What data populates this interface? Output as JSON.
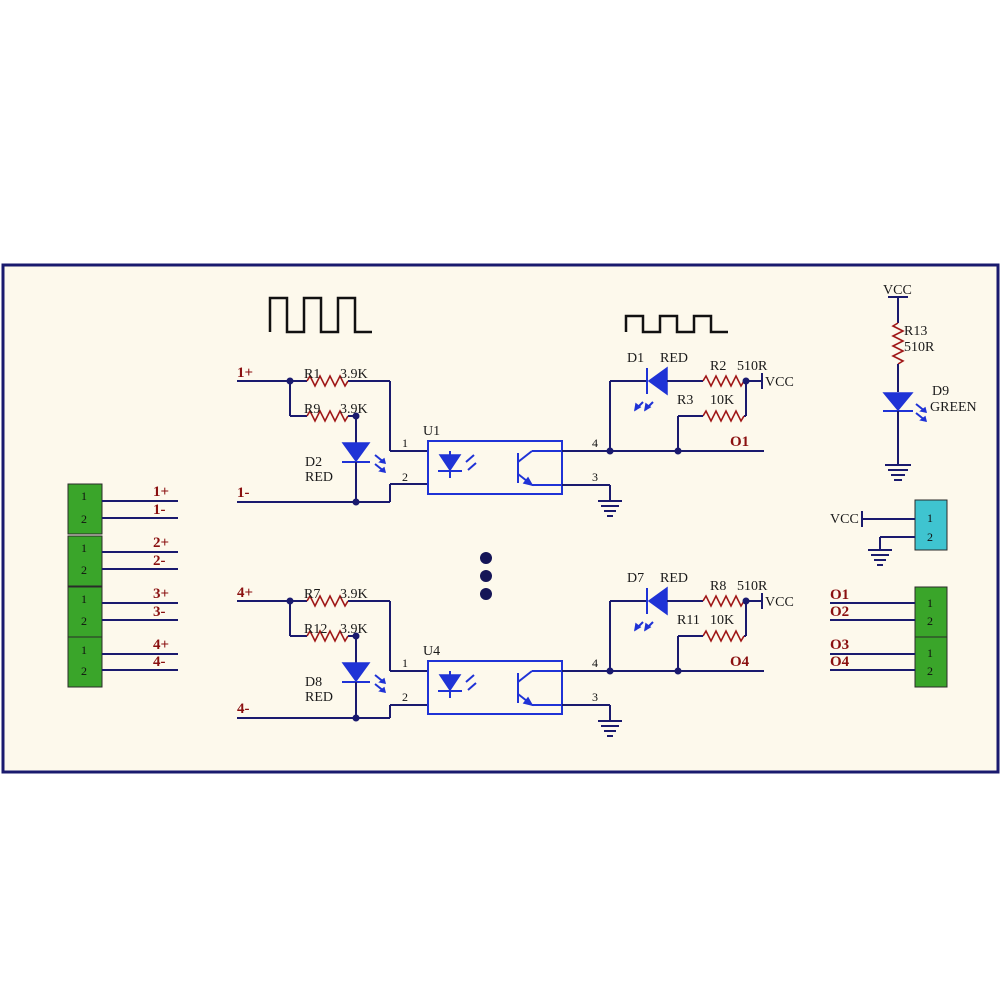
{
  "channels": [
    {
      "in_plus": "1+",
      "in_minus": "1-",
      "r_a": "R1",
      "r_a_val": "3.9K",
      "r_b": "R9",
      "r_b_val": "3.9K",
      "led_in": "D2",
      "led_in_color": "RED",
      "opto": "U1",
      "pin1": "1",
      "pin2": "2",
      "pin3": "3",
      "pin4": "4",
      "led_out": "D1",
      "led_out_color": "RED",
      "r_led": "R2",
      "r_led_val": "510R",
      "r_pull": "R3",
      "r_pull_val": "10K",
      "vcc": "VCC",
      "out": "O1"
    },
    {
      "in_plus": "4+",
      "in_minus": "4-",
      "r_a": "R7",
      "r_a_val": "3.9K",
      "r_b": "R12",
      "r_b_val": "3.9K",
      "led_in": "D8",
      "led_in_color": "RED",
      "opto": "U4",
      "pin1": "1",
      "pin2": "2",
      "pin3": "3",
      "pin4": "4",
      "led_out": "D7",
      "led_out_color": "RED",
      "r_led": "R8",
      "r_led_val": "510R",
      "r_pull": "R11",
      "r_pull_val": "10K",
      "vcc": "VCC",
      "out": "O4"
    }
  ],
  "power_indicator": {
    "vcc": "VCC",
    "resistor": "R13",
    "resistor_val": "510R",
    "led": "D9",
    "led_color": "GREEN"
  },
  "input_connectors": [
    {
      "pins": [
        "1",
        "2"
      ],
      "nets": [
        "1+",
        "1-"
      ]
    },
    {
      "pins": [
        "1",
        "2"
      ],
      "nets": [
        "2+",
        "2-"
      ]
    },
    {
      "pins": [
        "1",
        "2"
      ],
      "nets": [
        "3+",
        "3-"
      ]
    },
    {
      "pins": [
        "1",
        "2"
      ],
      "nets": [
        "4+",
        "4-"
      ]
    }
  ],
  "power_connector": {
    "net": "VCC",
    "pins": [
      "1",
      "2"
    ]
  },
  "output_connectors": [
    {
      "pins": [
        "1",
        "2"
      ],
      "nets": [
        "O1",
        "O2"
      ]
    },
    {
      "pins": [
        "1",
        "2"
      ],
      "nets": [
        "O3",
        "O4"
      ]
    }
  ],
  "colors": {
    "background": "#fdf9ec",
    "frame": "#1a1a6e",
    "wire": "#1a1a6e",
    "component_blue": "#1f33d6",
    "resistor_red": "#a01818",
    "net_label": "#8a1010",
    "input_connector": "#3aa52a",
    "power_connector": "#3fc4d0",
    "output_connector": "#3aa52a"
  }
}
